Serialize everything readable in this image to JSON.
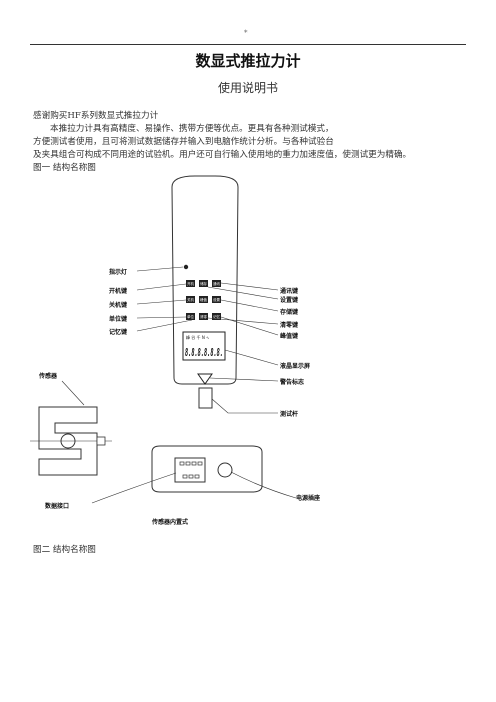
{
  "header": {
    "mark": "*"
  },
  "document": {
    "title": "数显式推拉力计",
    "subtitle": "使用说明书",
    "intro": [
      "感谢购买HF系列数显式推拉力计",
      "本推拉力计具有高精度、易操作、携带方便等优点。更具有各种测试模式，",
      "方便测试者使用，且可将测试数据储存并输入到电脑作统计分析。与各种试验台",
      "及夹具组合可构成不同用途的试验机。用户还可自行输入使用地的重力加速度值，使测试更为精确。"
    ],
    "figure1_caption": "图一   结构名称图",
    "figure2_caption": "图二   结构名称图"
  },
  "diagram": {
    "left_labels": [
      "指示灯",
      "开机键",
      "关机键",
      "单位键",
      "记忆键"
    ],
    "right_labels": [
      "通讯键",
      "设置键",
      "存储键",
      "清零键",
      "峰值键",
      "液晶显示屏",
      "警告标志",
      "测试杆"
    ],
    "sensor_label": "传感器",
    "data_port_label": "数据接口",
    "power_socket_label": "电源插座",
    "internal_sensor_label": "传感器内置式",
    "keys": [
      [
        "开机",
        "储存",
        "通讯"
      ],
      [
        "关机",
        "峰值",
        "设置"
      ],
      [
        "单位",
        "清零",
        "记忆"
      ]
    ],
    "lcd_top": "峰 谷 千 N ∿",
    "lcd_digits": "8.8.8.8.8.8."
  }
}
